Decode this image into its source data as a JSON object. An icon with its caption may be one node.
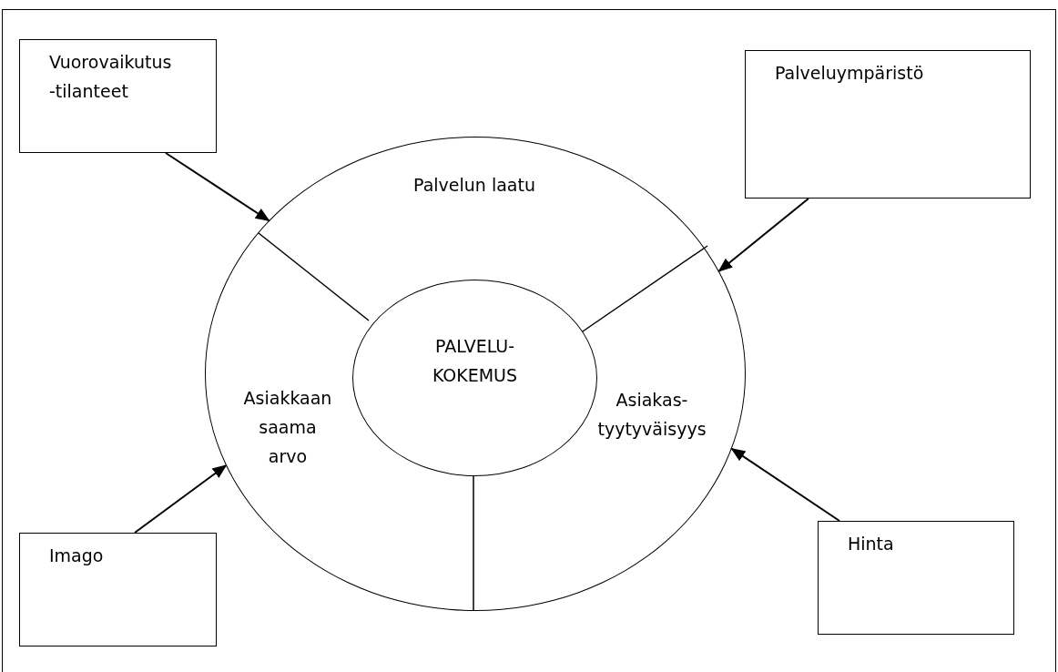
{
  "diagram": {
    "nodes": [
      {
        "text": [],
        "shape": "circle"
      },
      {
        "text": [
          "Palvelun laatu"
        ],
        "in": 0
      },
      {
        "text": [
          "Asiakkaan saama arvo"
        ],
        "in": 0
      },
      {
        "text": [
          "PALVELU- KOKEMUS"
        ],
        "in": 0
      },
      {
        "text": [
          "Asiakas- tyytyväisyys"
        ],
        "in": 0
      },
      {
        "text": [
          "Vuorovaikutus -tilanteet"
        ]
      },
      {
        "text": [
          "Palveluympäristö"
        ]
      },
      {
        "text": [
          "Imago"
        ]
      },
      {
        "text": [
          "Hinta"
        ]
      }
    ],
    "edges": [
      {
        "from": 5,
        "to": 0,
        "arrow": "to"
      },
      {
        "from": 6,
        "to": 0,
        "arrow": "to"
      },
      {
        "from": 7,
        "to": 0,
        "arrow": "to"
      },
      {
        "from": 8,
        "to": 0,
        "arrow": "to"
      }
    ]
  }
}
